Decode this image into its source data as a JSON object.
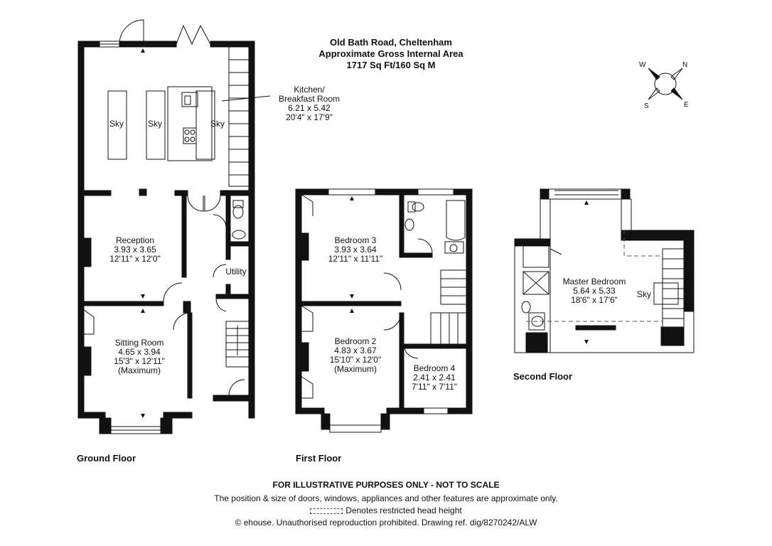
{
  "title": {
    "address": "Old Bath Road, Cheltenham",
    "area_label": "Approximate Gross Internal Area",
    "area_value": "1717 Sq Ft/160 Sq M"
  },
  "compass": {
    "n": "N",
    "s": "S",
    "e": "E",
    "w": "W"
  },
  "floors": {
    "ground": "Ground Floor",
    "first": "First Floor",
    "second": "Second Floor"
  },
  "rooms": {
    "kitchen": {
      "name1": "Kitchen/",
      "name2": "Breakfast Room",
      "metric": "6.21 x 5.42",
      "imperial": "20'4\" x 17'9\""
    },
    "reception": {
      "name": "Reception",
      "metric": "3.93 x 3.65",
      "imperial": "12'11\" x 12'0\""
    },
    "utility": {
      "name": "Utility"
    },
    "sitting": {
      "name": "Sitting Room",
      "metric": "4.65 x 3.94",
      "imperial": "15'3\" x 12'11\"",
      "note": "(Maximum)"
    },
    "bedroom3": {
      "name": "Bedroom 3",
      "metric": "3.93 x 3.64",
      "imperial": "12'11\" x 11'11\""
    },
    "bedroom2": {
      "name": "Bedroom 2",
      "metric": "4.83 x 3.67",
      "imperial": "15'10\" x 12'0\"",
      "note": "(Maximum)"
    },
    "bedroom4": {
      "name": "Bedroom 4",
      "metric": "2.41 x 2.41",
      "imperial": "7'11\" x 7'11\""
    },
    "master": {
      "name": "Master Bedroom",
      "metric": "5.64 x 5.33",
      "imperial": "18'6\" x 17'6\""
    }
  },
  "sky": {
    "label": "Sky"
  },
  "footer": {
    "disclaimer": "FOR ILLUSTRATIVE PURPOSES ONLY - NOT TO SCALE",
    "position_note": "The position & size of doors, windows, appliances and other features are approximate only.",
    "legend": "Denotes restricted head height",
    "copyright": "© ehouse. Unauthorised reproduction prohibited. Drawing ref. dig/8270242/ALW"
  }
}
